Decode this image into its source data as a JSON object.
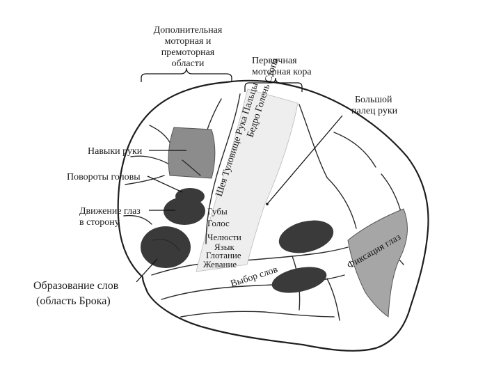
{
  "header": {
    "supplementary": [
      "Дополнительная",
      "моторная и",
      "премоторная",
      "области"
    ],
    "primary": [
      "Первичная",
      "моторная кора"
    ]
  },
  "labels": {
    "big_toe": [
      "Большой",
      "палец руки"
    ],
    "hand_skills": "Навыки руки",
    "head_turns": "Повороты головы",
    "eye_movement": [
      "Движение глаз",
      "в сторону"
    ],
    "broca": [
      "Образование слов",
      "(область Брока)"
    ]
  },
  "motor_strip": {
    "upper_rows": [
      "Бедро Голень Стопа",
      "Шея Туловище Рука Пальцы"
    ],
    "lower_rows": [
      "Губы",
      "Голос",
      "Челюсти",
      "Язык",
      "Глотание",
      "Жевание"
    ]
  },
  "regions": {
    "word_choice": "Выбор слов",
    "gaze_fixation": "Фиксация глаз"
  },
  "colors": {
    "outline": "#1e1e1e",
    "dark_area": "#3a3a3a",
    "gray_area": "#8c8c8c",
    "light_strip": "#eeeeee"
  }
}
